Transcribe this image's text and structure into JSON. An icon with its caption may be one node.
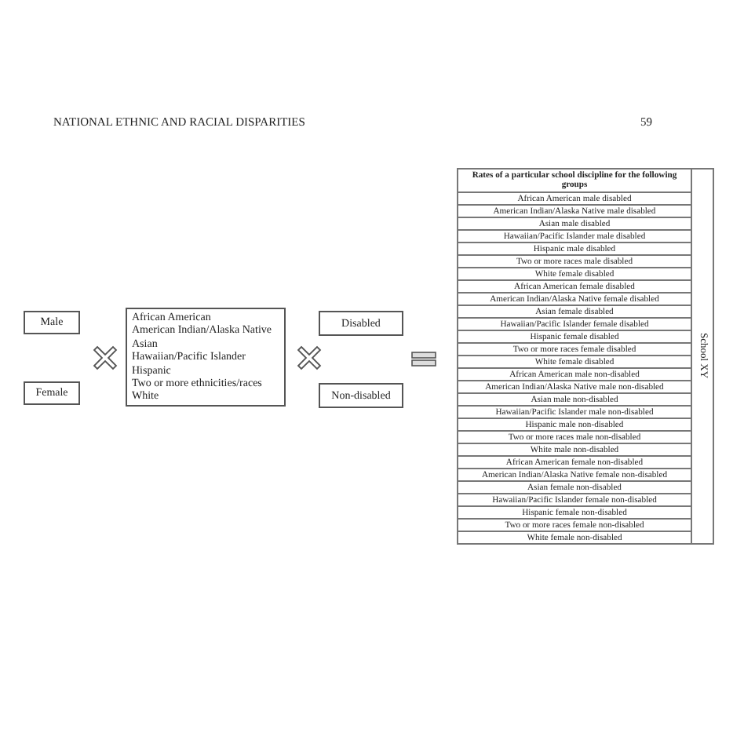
{
  "diagram": {
    "nodes": [
      {
        "text": [
          "Male"
        ]
      },
      {
        "text": [
          "Female"
        ]
      },
      {
        "text": [
          "African American",
          "American Indian/Alaska Native",
          "Asian",
          "Hawaiian/Pacific Islander",
          "Hispanic",
          "Two or more ethnicities/races",
          "White"
        ]
      },
      {
        "text": [
          "Disabled"
        ]
      },
      {
        "text": [
          "Non-disabled"
        ]
      }
    ],
    "labels": [
      "NATIONAL ETHNIC AND RACIAL DISPARITIES",
      "59",
      "Rates of a particular school discipline for the following groups",
      "African American male disabled",
      "American Indian/Alaska Native male disabled",
      "Asian male disabled",
      "Hawaiian/Pacific Islander male disabled",
      "Hispanic male disabled",
      "Two or more races male disabled",
      "White female disabled",
      "African American female disabled",
      "American Indian/Alaska Native female disabled",
      "Asian female disabled",
      "Hawaiian/Pacific Islander female disabled",
      "Hispanic female disabled",
      "Two or more races female disabled",
      "White female disabled",
      "African American male non-disabled",
      "American Indian/Alaska Native male non-disabled",
      "Asian male non-disabled",
      "Hawaiian/Pacific Islander male non-disabled",
      "Hispanic male non-disabled",
      "Two or more races male non-disabled",
      "White male non-disabled",
      "African American female non-disabled",
      "American Indian/Alaska Native female non-disabled",
      "Asian female non-disabled",
      "Hawaiian/Pacific Islander female non-disabled",
      "Hispanic female non-disabled",
      "Two or more races female non-disabled",
      "White female non-disabled",
      "School XY"
    ]
  }
}
